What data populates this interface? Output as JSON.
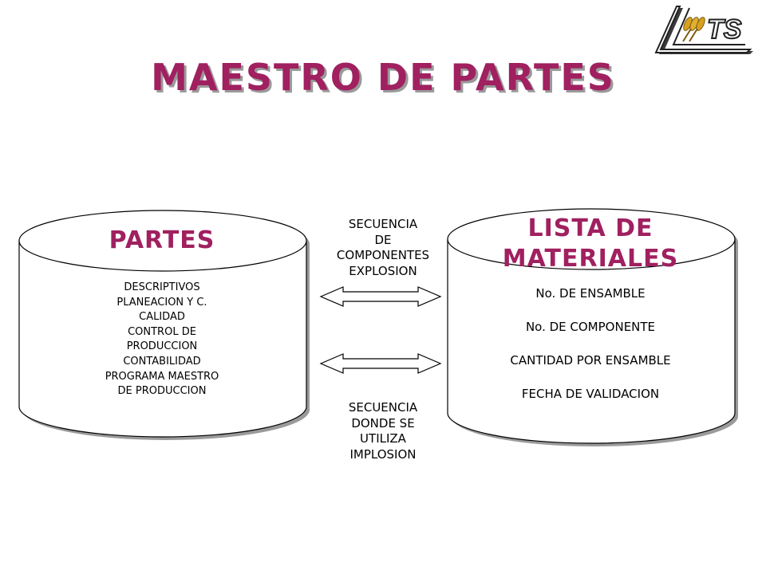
{
  "title": "MAESTRO DE PARTES",
  "logo": {
    "text": "TS"
  },
  "partes": {
    "heading": "PARTES",
    "items": [
      "DESCRIPTIVOS",
      "PLANEACION Y C.",
      "CALIDAD",
      "CONTROL DE",
      "PRODUCCION",
      "CONTABILIDAD",
      "PROGRAMA MAESTRO",
      "DE PRODUCCION"
    ]
  },
  "lista": {
    "heading_line1": "LISTA DE",
    "heading_line2": "MATERIALES",
    "items": [
      "No. DE ENSAMBLE",
      "No. DE COMPONENTE",
      "CANTIDAD POR ENSAMBLE",
      "FECHA DE VALIDACION"
    ]
  },
  "secuencia_top": [
    "SECUENCIA",
    "DE",
    "COMPONENTES",
    "EXPLOSION"
  ],
  "secuencia_bottom": [
    "SECUENCIA",
    "DONDE SE",
    "UTILIZA",
    "IMPLOSION"
  ],
  "colors": {
    "accent": "#a02060",
    "shadow": "#9a9a9a",
    "stroke": "#000000"
  }
}
